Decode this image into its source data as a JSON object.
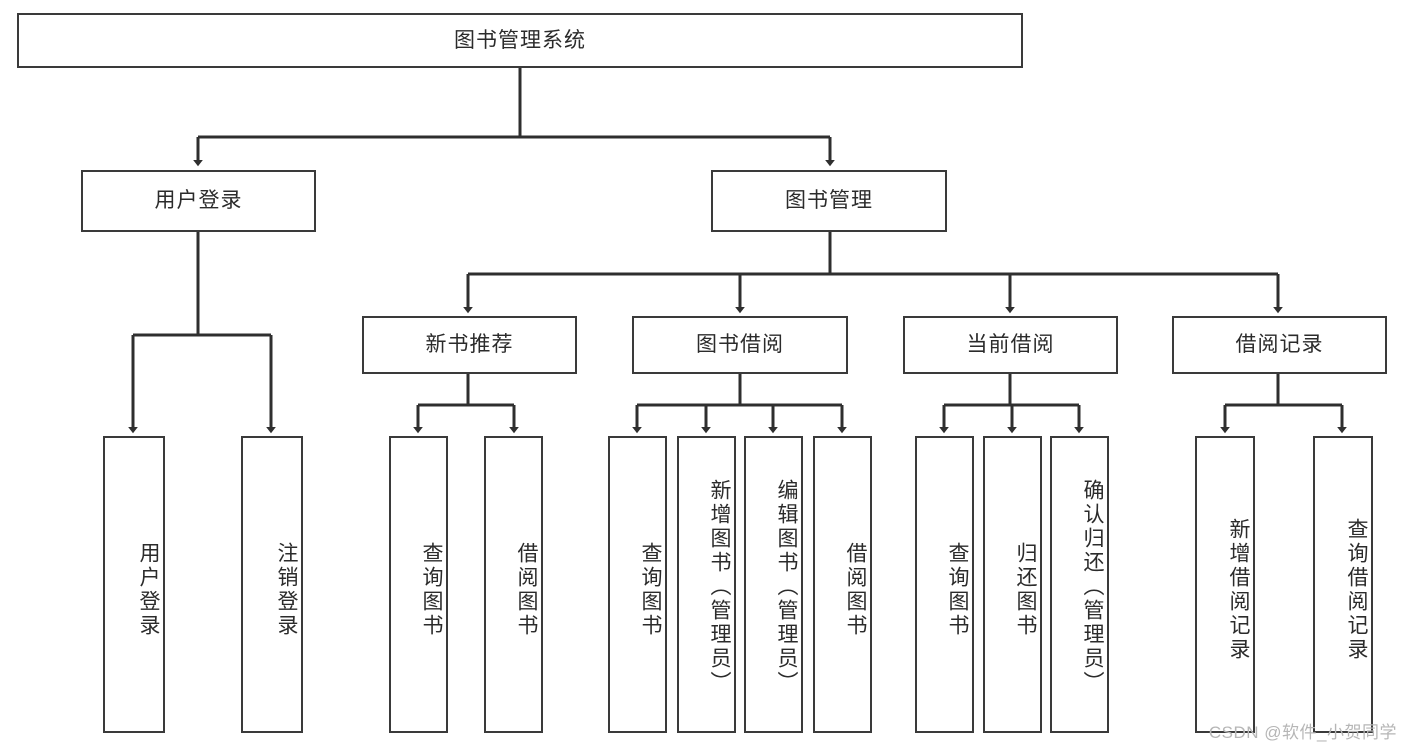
{
  "diagram": {
    "title": "图书管理系统",
    "type": "tree",
    "watermark": "CSDN @软件_小贺同学",
    "colors": {
      "box_border": "#3a3a3a",
      "box_fill": "#ffffff",
      "connector": "#2f2f2f",
      "text": "#2b2b2b",
      "watermark": "#b6b6b6"
    }
  },
  "nodes": {
    "root": {
      "label": "图书管理系统"
    },
    "level2": [
      {
        "id": "user-login",
        "label": "用户登录"
      },
      {
        "id": "book-manage",
        "label": "图书管理"
      }
    ],
    "level3": [
      {
        "id": "new-book-rec",
        "label": "新书推荐"
      },
      {
        "id": "book-borrow",
        "label": "图书借阅"
      },
      {
        "id": "current-borrow",
        "label": "当前借阅"
      },
      {
        "id": "borrow-record",
        "label": "借阅记录"
      }
    ],
    "leaves": [
      {
        "id": "leaf-user-login",
        "label": "用户登录",
        "parent": "user-login"
      },
      {
        "id": "leaf-user-logout",
        "label": "注销登录",
        "parent": "user-login"
      },
      {
        "id": "leaf-query-book-1",
        "label": "查询图书",
        "parent": "new-book-rec"
      },
      {
        "id": "leaf-borrow-book-1",
        "label": "借阅图书",
        "parent": "new-book-rec"
      },
      {
        "id": "leaf-query-book-2",
        "label": "查询图书",
        "parent": "book-borrow"
      },
      {
        "id": "leaf-add-book",
        "label": "新增图书（管理员）",
        "parent": "book-borrow"
      },
      {
        "id": "leaf-edit-book",
        "label": "编辑图书（管理员）",
        "parent": "book-borrow"
      },
      {
        "id": "leaf-borrow-book-2",
        "label": "借阅图书",
        "parent": "book-borrow"
      },
      {
        "id": "leaf-query-book-3",
        "label": "查询图书",
        "parent": "current-borrow"
      },
      {
        "id": "leaf-return-book",
        "label": "归还图书",
        "parent": "current-borrow"
      },
      {
        "id": "leaf-confirm-return",
        "label": "确认归还（管理员）",
        "parent": "current-borrow"
      },
      {
        "id": "leaf-add-record",
        "label": "新增借阅记录",
        "parent": "borrow-record"
      },
      {
        "id": "leaf-query-record",
        "label": "查询借阅记录",
        "parent": "borrow-record"
      }
    ]
  }
}
